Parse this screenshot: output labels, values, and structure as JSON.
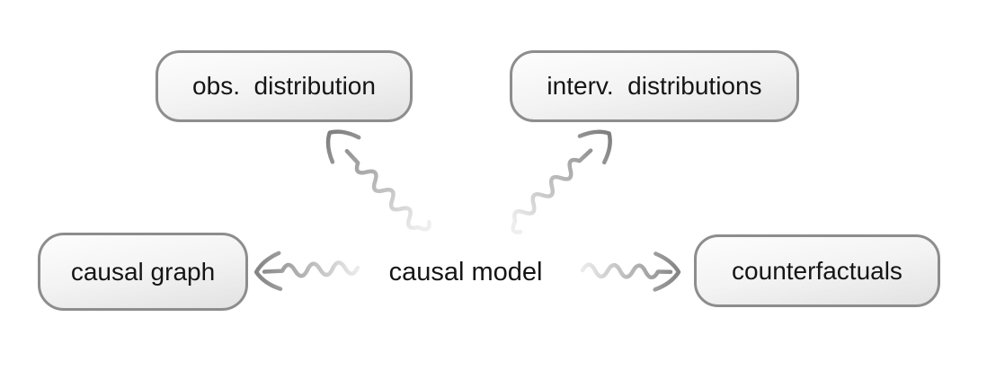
{
  "figure": {
    "title": "causal model diagram",
    "center_label": "causal model",
    "nodes": [
      {
        "id": "obs-distribution",
        "label": "obs.  distribution"
      },
      {
        "id": "interv-distributions",
        "label": "interv.  distributions"
      },
      {
        "id": "causal-graph",
        "label": "causal graph"
      },
      {
        "id": "counterfactuals",
        "label": "counterfactuals"
      }
    ],
    "edges": [
      {
        "from": "causal model",
        "to": "obs. distribution",
        "style": "squiggly-arrow",
        "direction": "up-left"
      },
      {
        "from": "causal model",
        "to": "interv. distributions",
        "style": "squiggly-arrow",
        "direction": "up-right"
      },
      {
        "from": "causal model",
        "to": "causal graph",
        "style": "squiggly-arrow",
        "direction": "left"
      },
      {
        "from": "causal model",
        "to": "counterfactuals",
        "style": "squiggly-arrow",
        "direction": "right"
      }
    ],
    "colors": {
      "background": "#ffffff",
      "node_border": "#8d8d8d",
      "node_fill_top": "#fdfdfd",
      "node_fill_bottom": "#e2e2e2",
      "text": "#151515",
      "arrow_dark": "#848484",
      "arrow_light": "#ebebeb"
    }
  }
}
